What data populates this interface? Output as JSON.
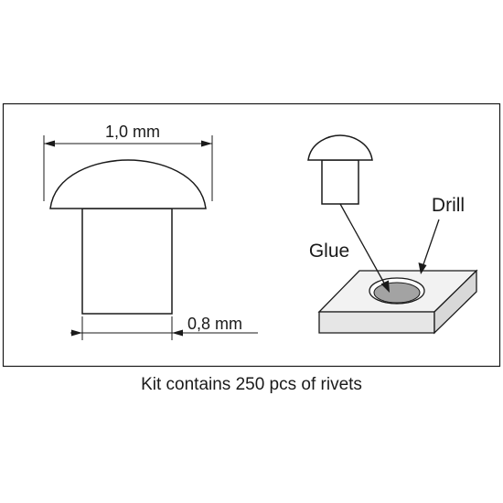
{
  "diagram": {
    "dimension_width_label": "1,0 mm",
    "dimension_shank_label": "0,8 mm",
    "callout_drill": "Drill",
    "callout_glue": "Glue"
  },
  "caption": "Kit contains 250 pcs of rivets",
  "colors": {
    "line": "#1a1a1a",
    "block_top": "#f2f2f2",
    "block_side": "#e2e2e2",
    "hole_glue": "#a3a3a3"
  }
}
